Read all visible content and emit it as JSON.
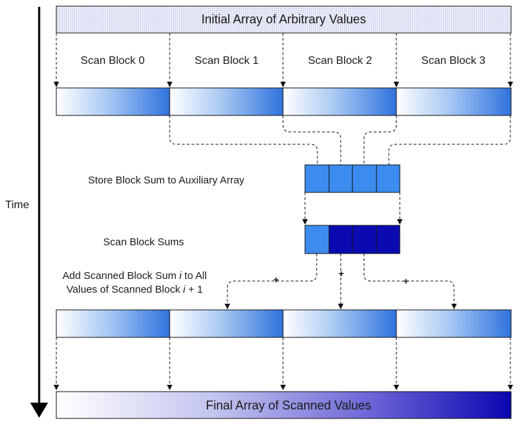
{
  "time_label": "Time",
  "initial_array_label": "Initial Array of Arbitrary Values",
  "scan_blocks": [
    "Scan Block 0",
    "Scan Block 1",
    "Scan Block 2",
    "Scan Block 3"
  ],
  "store_label": "Store Block Sum to Auxiliary Array",
  "scan_sums_label": "Scan Block Sums",
  "add_label": {
    "line1_prefix": "Add Scanned Block Sum ",
    "line1_italic": "i",
    "line1_suffix": " to All",
    "line2_prefix": "Values of Scanned Block ",
    "line2_italic": "i",
    "line2_suffix": " + 1"
  },
  "plus_sign": "+",
  "final_array_label": "Final Array of Scanned Values",
  "colors": {
    "block_light": "#ffffff",
    "block_blue": "#3a7de0",
    "aux_cell": "#3c8cf0",
    "scanned_cell_first": "#3c8cf0",
    "scanned_cell_dark": "#0a0ab0",
    "initial_fill": "#e6e8f7",
    "final_start": "#ffffff",
    "final_end": "#0a06b0"
  }
}
